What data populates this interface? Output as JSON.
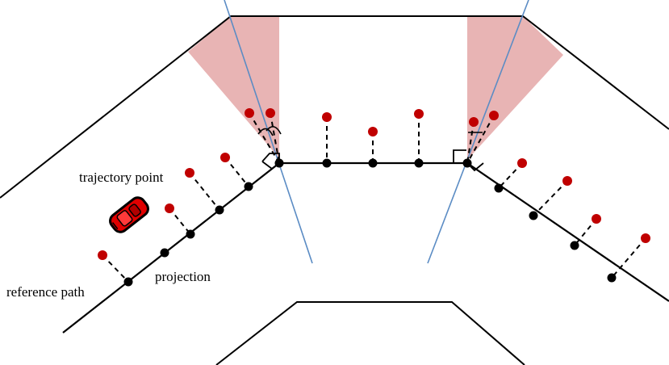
{
  "labels": {
    "trajectory_point": "trajectory point",
    "projection": "projection",
    "reference_path": "reference path"
  },
  "colors": {
    "background": "#ffffff",
    "road_edge": "#000000",
    "reference_path": "#000000",
    "projection_point": "#000000",
    "trajectory_point": "#c00000",
    "sector_fill": "#e8b4b4",
    "boundary_line": "#5b8cc4",
    "vehicle": "#e00000"
  },
  "icons": {
    "vehicle": "red-car-icon"
  }
}
